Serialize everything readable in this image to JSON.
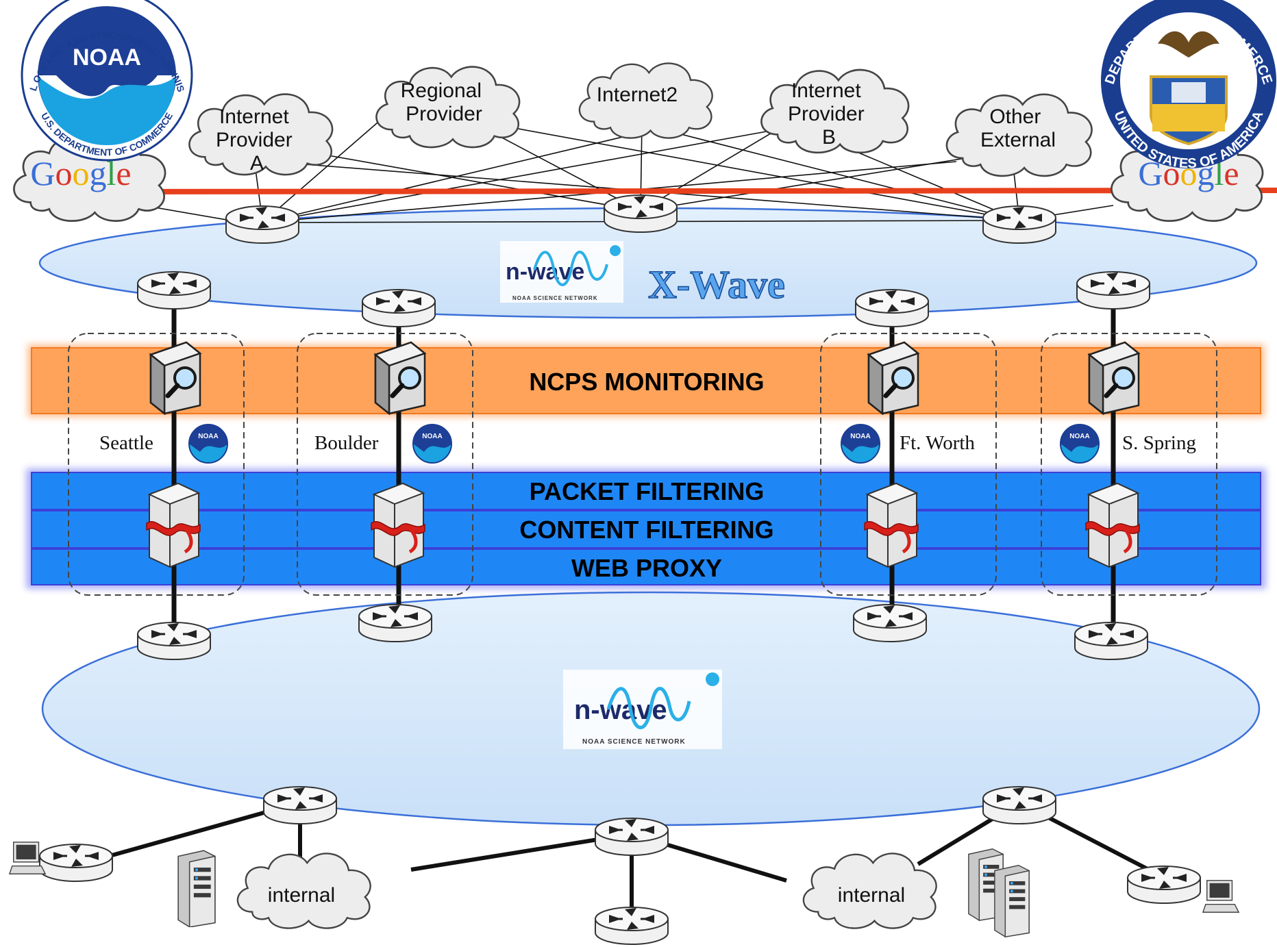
{
  "logos": {
    "noaa_seal": {
      "ring_text": "NATIONAL OCEANIC AND ATMOSPHERIC ADMINISTRATION",
      "ring_text_bottom": "U.S. DEPARTMENT OF COMMERCE",
      "center_text": "NOAA"
    },
    "commerce_seal": {
      "ring_text": "DEPARTMENT OF COMMERCE",
      "ring_text_bottom": "UNITED STATES OF AMERICA"
    },
    "small_noaa_label": "NOAA",
    "nwave_wordmark": "n-wave",
    "nwave_tagline": "NOAA SCIENCE NETWORK",
    "xwave_title": "X-Wave"
  },
  "clouds": {
    "google_left": "Google",
    "google_right": "Google",
    "internet_provider_a": [
      "Internet",
      "Provider",
      "A"
    ],
    "regional_provider": [
      "Regional",
      "Provider"
    ],
    "internet2": [
      "Internet2"
    ],
    "internet_provider_b": [
      "Internet",
      "Provider",
      "B"
    ],
    "other_external": [
      "Other",
      "External"
    ],
    "internal_left": "internal",
    "internal_right": "internal"
  },
  "bands": {
    "monitoring": "NCPS MONITORING",
    "packet_filtering": "PACKET FILTERING",
    "content_filtering": "CONTENT FILTERING",
    "web_proxy": "WEB PROXY"
  },
  "sites": {
    "seattle": "Seattle",
    "boulder": "Boulder",
    "ft_worth": "Ft. Worth",
    "s_spring": "S. Spring"
  },
  "colors": {
    "google_link": "#e8401c",
    "monitoring_band": "#ffa35a",
    "filter_band": "#1f87f5",
    "ellipse_fill": "#d6e9fb",
    "ellipse_stroke": "#3a6fd8"
  }
}
